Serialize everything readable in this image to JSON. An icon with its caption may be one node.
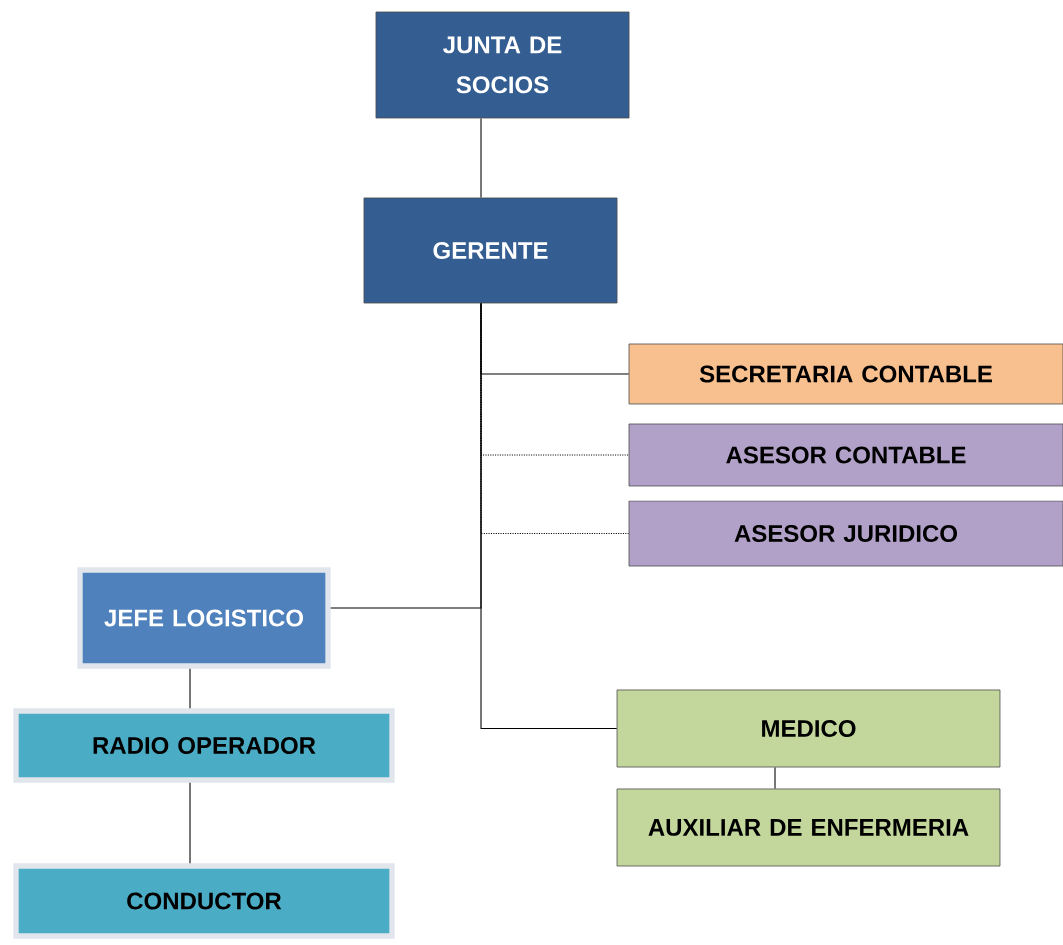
{
  "diagram": {
    "nodes": [
      {
        "text": [
          "JUNTA DE SOCIOS"
        ]
      },
      {
        "text": [
          "GERENTE"
        ]
      },
      {
        "text": [
          "SECRETARIA CONTABLE"
        ]
      },
      {
        "text": [
          "ASESOR CONTABLE"
        ]
      },
      {
        "text": [
          "ASESOR JURIDICO"
        ]
      },
      {
        "text": [
          "JEFE LOGISTICO"
        ]
      },
      {
        "text": [
          "RADIO OPERADOR"
        ]
      },
      {
        "text": [
          "CONDUCTOR"
        ]
      },
      {
        "text": [
          "MEDICO"
        ]
      },
      {
        "text": [
          "AUXILIAR DE ENFERMERIA"
        ]
      }
    ],
    "edges": [
      {
        "from": 0,
        "to": 1,
        "arrow": "none"
      },
      {
        "from": 1,
        "to": 2,
        "arrow": "none"
      },
      {
        "from": 1,
        "to": 3,
        "arrow": "none",
        "style": "dashed"
      },
      {
        "from": 1,
        "to": 4,
        "arrow": "none",
        "style": "dashed"
      },
      {
        "from": 1,
        "to": 5,
        "arrow": "none"
      },
      {
        "from": 1,
        "to": 8,
        "arrow": "none"
      },
      {
        "from": 5,
        "to": 6,
        "arrow": "none"
      },
      {
        "from": 6,
        "to": 7,
        "arrow": "none"
      },
      {
        "from": 8,
        "to": 9,
        "arrow": "none"
      }
    ]
  }
}
